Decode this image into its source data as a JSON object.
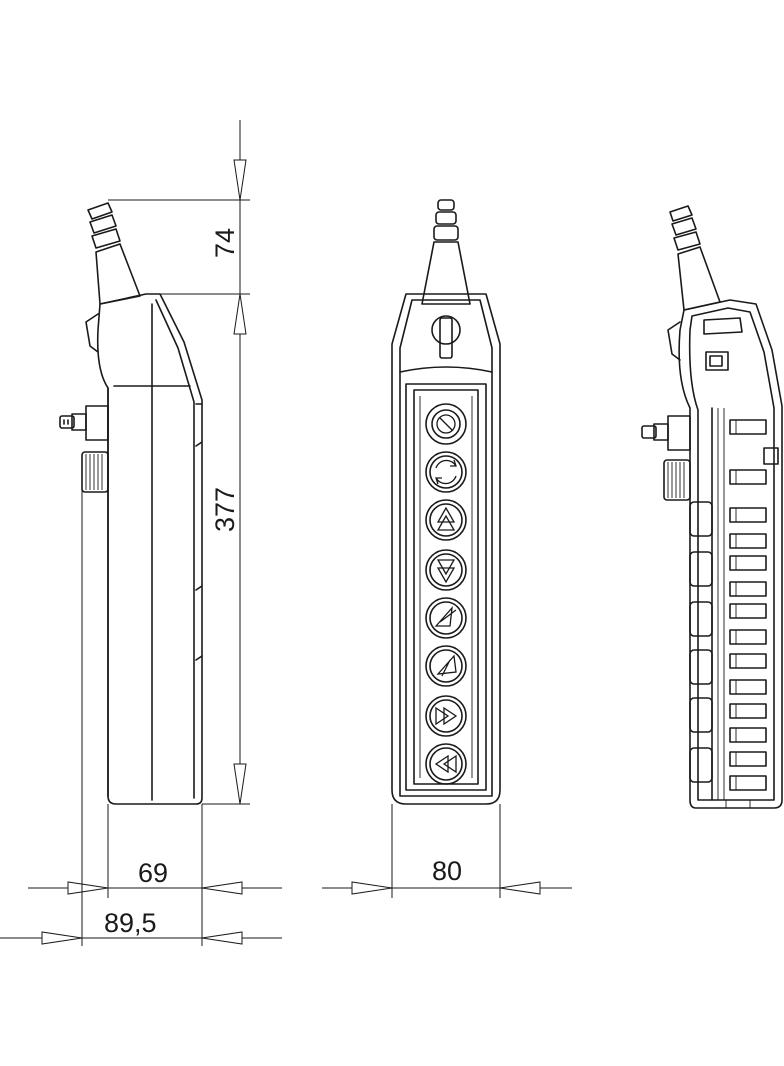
{
  "dimensions": {
    "cable_gland_height": "74",
    "body_height": "377",
    "side_depth": "69",
    "side_depth_with_key": "89,5",
    "front_width": "80"
  },
  "front_buttons": [
    {
      "name": "emergency-stop-button"
    },
    {
      "name": "rotate-button"
    },
    {
      "name": "up-button"
    },
    {
      "name": "down-button"
    },
    {
      "name": "left-button"
    },
    {
      "name": "right-button"
    },
    {
      "name": "fast-forward-button"
    },
    {
      "name": "fast-rewind-button"
    }
  ],
  "colors": {
    "line": "#1a1a1a",
    "background": "#ffffff"
  }
}
